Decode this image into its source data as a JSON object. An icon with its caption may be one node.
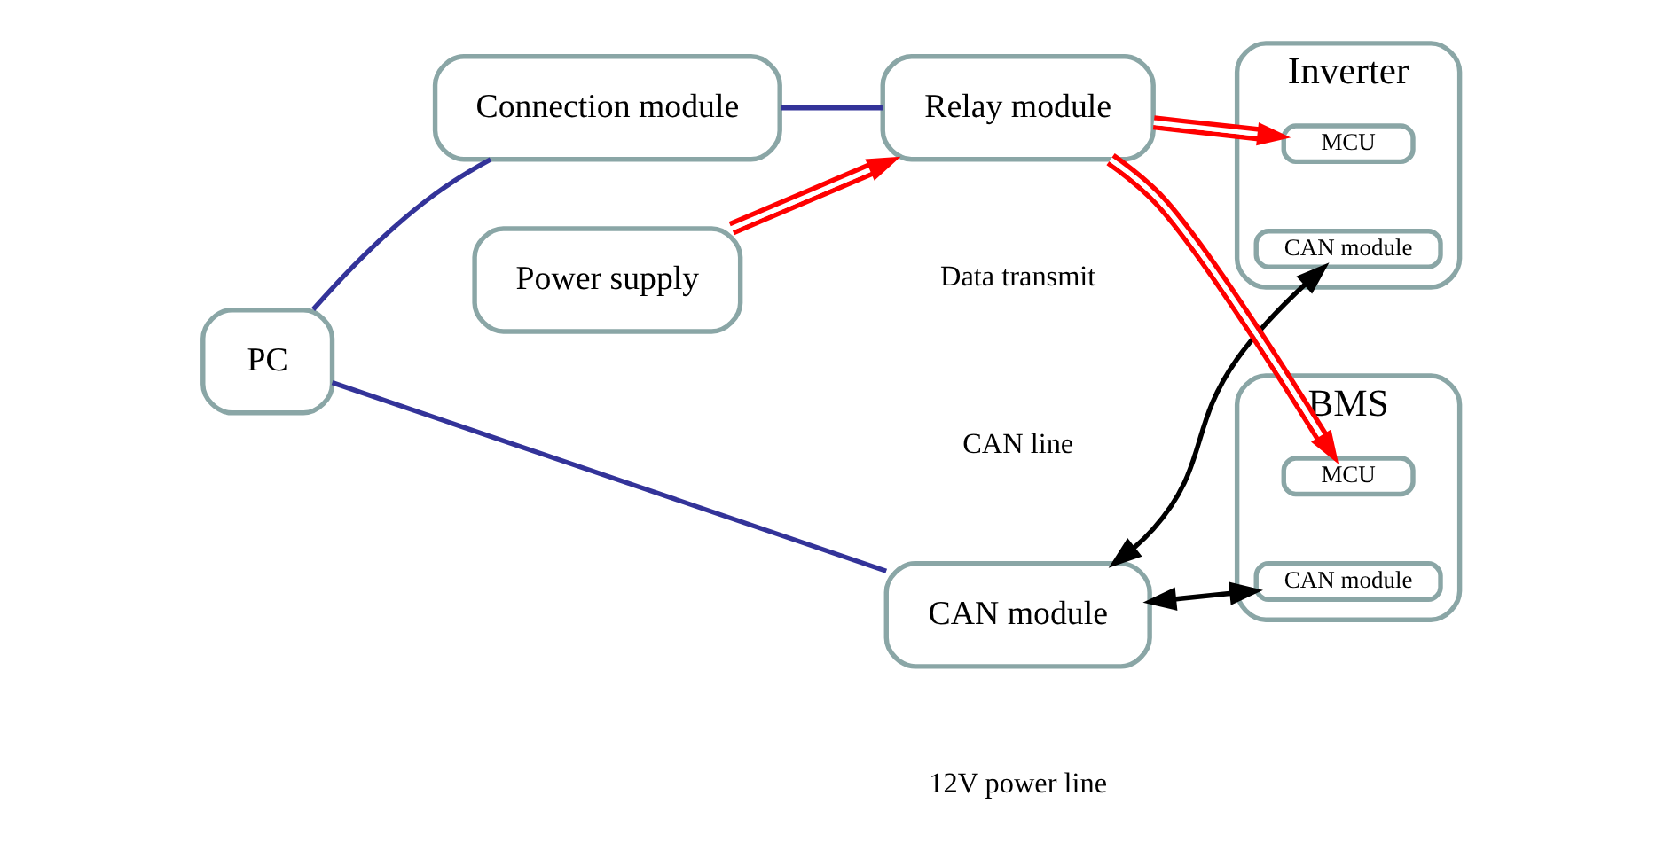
{
  "diagram": {
    "nodes": [
      {
        "text": [
          "CAN module"
        ]
      },
      {
        "text": [
          "Inverter"
        ]
      },
      {
        "text": [
          "CAN module"
        ],
        "in": 1
      },
      {
        "text": [
          "MCU"
        ],
        "in": 1
      },
      {
        "text": [
          "PC"
        ]
      },
      {
        "text": [
          "Connection module"
        ]
      },
      {
        "text": [
          "Relay module"
        ]
      },
      {
        "text": [
          "BMS"
        ]
      },
      {
        "text": [
          "CAN module"
        ],
        "in": 7
      },
      {
        "text": [
          "MCU"
        ],
        "in": 7
      },
      {
        "text": [
          "Power supply"
        ]
      }
    ],
    "edges": [
      {
        "from": 4,
        "to": 0,
        "arrow": "none",
        "color": "#333399"
      },
      {
        "from": 4,
        "to": 5,
        "arrow": "none",
        "color": "#333399"
      },
      {
        "from": 5,
        "to": 6,
        "arrow": "none",
        "color": "#333399"
      },
      {
        "from": 0,
        "to": 2,
        "arrow": "both",
        "color": "#000000"
      },
      {
        "from": 0,
        "to": 8,
        "arrow": "both",
        "color": "#000000"
      },
      {
        "from": 6,
        "to": 3,
        "arrow": "to",
        "color": "#ff0000"
      },
      {
        "from": 6,
        "to": 9,
        "arrow": "to",
        "color": "#ff0000"
      },
      {
        "from": 10,
        "to": 6,
        "arrow": "to",
        "color": "#ff0000"
      }
    ],
    "legend": [
      {
        "text": "Data transmit"
      },
      {
        "text": "CAN line"
      },
      {
        "text": "12V power line"
      }
    ]
  }
}
